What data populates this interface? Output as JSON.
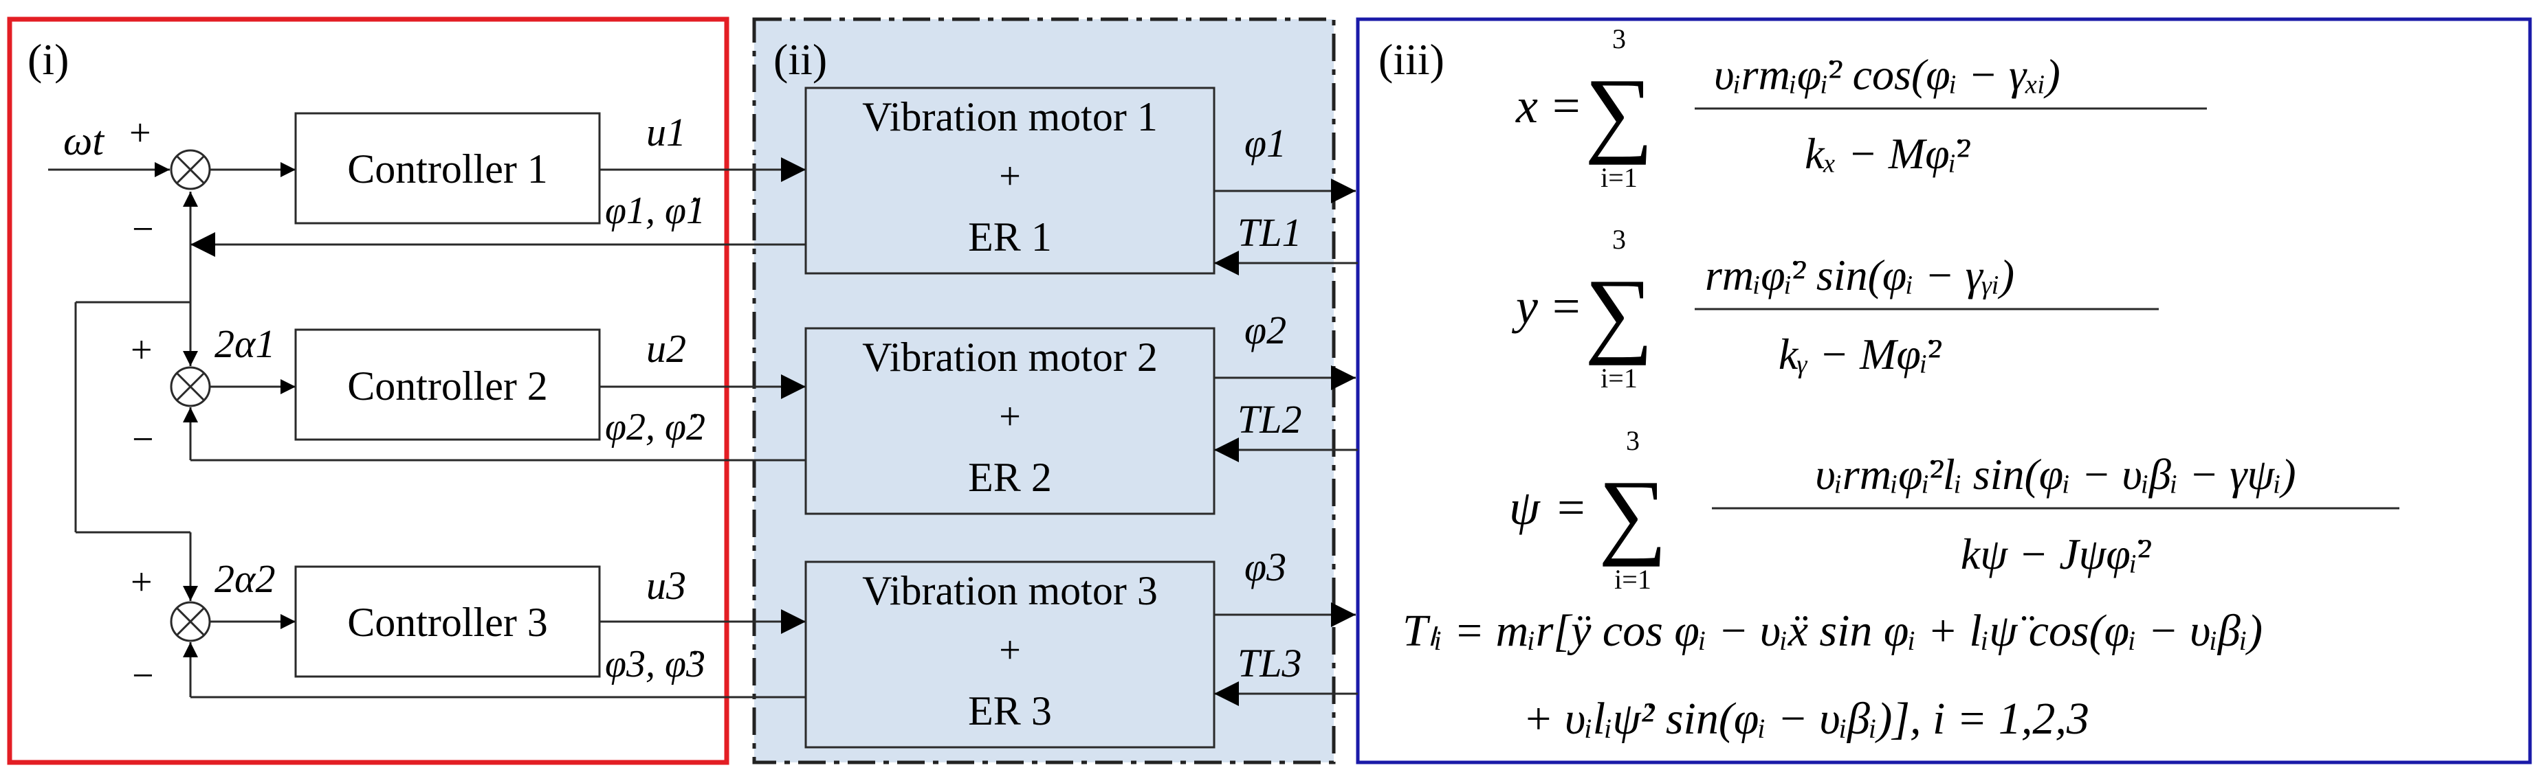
{
  "panels": {
    "p1": {
      "label": "(i)",
      "border_color": "#e31e24"
    },
    "p2": {
      "label": "(ii)",
      "border_color": "#222222",
      "fill_color": "#d6e2f0"
    },
    "p3": {
      "label": "(iii)",
      "border_color": "#1a1aa8"
    }
  },
  "controllers": [
    {
      "label": "Controller 1",
      "output": "u1",
      "feedback": "φ1, φ̇1"
    },
    {
      "label": "Controller 2",
      "output": "u2",
      "feedback": "φ2, φ̇2"
    },
    {
      "label": "Controller 3",
      "output": "u3",
      "feedback": "φ3, φ̇3"
    }
  ],
  "references": {
    "omega": "ωt",
    "alpha1": "2α1",
    "alpha2": "2α2"
  },
  "signs": {
    "plus": "+",
    "minus": "−"
  },
  "motors": [
    {
      "line1": "Vibration motor 1",
      "plus": "+",
      "line3": "ER 1",
      "phi": "φ1",
      "torque": "TL1"
    },
    {
      "line1": "Vibration motor 2",
      "plus": "+",
      "line3": "ER 2",
      "phi": "φ2",
      "torque": "TL2"
    },
    {
      "line1": "Vibration motor 3",
      "plus": "+",
      "line3": "ER 3",
      "phi": "φ3",
      "torque": "TL3"
    }
  ],
  "equations": {
    "x": "x = Σ_{i=1}^{3} υ_i r m_i φ̇_i² cos(φ_i − γ_xi) / (k_x − M φ̇_i²)",
    "y": "y = Σ_{i=1}^{3} r m_i φ̇_i² sin(φ_i − γ_yi) / (k_y − M φ̇_i²)",
    "psi": "ψ = Σ_{i=1}^{3} υ_i r m_i φ̇_i² l_i sin(φ_i − υ_i β_i − γ_ψi) / (k_ψ − J_ψ φ̇_i²)",
    "torque_line1": "T_Li = m_i r[ÿ cos φ_i − υ_i ẍ sin φ_i + l_i ψ̈ cos(φ_i − υ_i β_i)",
    "torque_line2": "+ υ_i l_i ψ̇² sin(φ_i − υ_i β_i)],   i = 1,2,3"
  },
  "eq_pieces": {
    "x_lhs": "x",
    "y_lhs": "y",
    "psi_lhs": "ψ",
    "eq": "=",
    "sigma": "∑",
    "sum_top": "3",
    "sum_bottom": "i=1",
    "x_num": "υᵢrmᵢφ̇ᵢ² cos(φᵢ − γₓᵢ)",
    "x_den": "kₓ − Mφ̇ᵢ²",
    "y_num": "rmᵢφ̇ᵢ² sin(φᵢ − γᵧᵢ)",
    "y_den": "kᵧ − Mφ̇ᵢ²",
    "psi_num": "υᵢrmᵢφ̇ᵢ²lᵢ sin(φᵢ − υᵢβᵢ − γψᵢ)",
    "psi_den": "kψ − Jψφ̇ᵢ²",
    "t_line1": "Tₗᵢ = mᵢr[ÿ cos φᵢ − υᵢẍ sin φᵢ + lᵢψ̈ cos(φᵢ − υᵢβᵢ)",
    "t_line2": "+ υᵢlᵢψ̇² sin(φᵢ − υᵢβᵢ)],   i = 1,2,3"
  }
}
